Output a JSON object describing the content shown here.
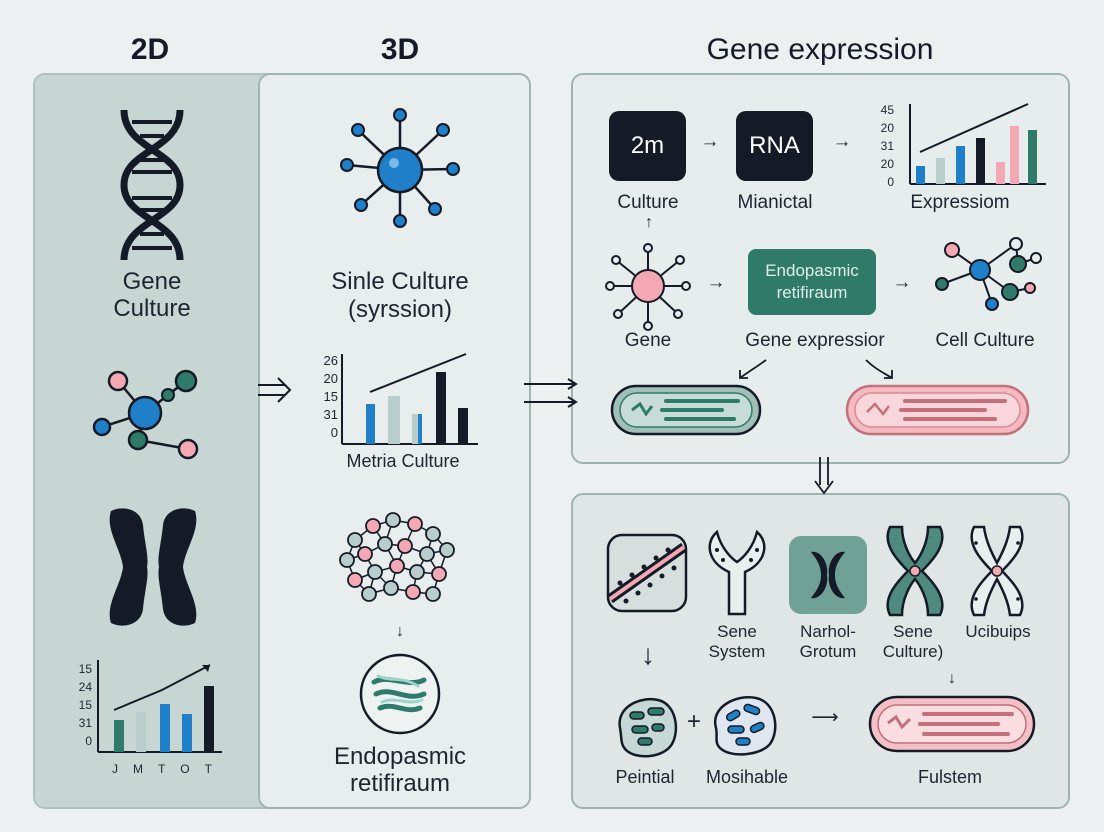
{
  "headers": {
    "col2d": "2D",
    "col3d": "3D",
    "gene_expression": "Gene expression"
  },
  "left": {
    "gene_culture_line1": "Gene",
    "gene_culture_line2": "Culture",
    "chart_ticks": [
      "15",
      "24",
      "15",
      "31",
      "0"
    ],
    "chart_xticks": [
      "J",
      "M",
      "T",
      "O",
      "T"
    ]
  },
  "middle": {
    "single_culture_line1": "Sinle Culture",
    "single_culture_line2": "(syrssion)",
    "chart_ticks": [
      "26",
      "20",
      "15",
      "31",
      "0"
    ],
    "chart_caption": "Metria Culture",
    "endo_line1": "Endopasmic",
    "endo_line2": "retifiraum"
  },
  "top_right": {
    "box_2m": "2m",
    "box_rna": "RNA",
    "label_culture": "Culture",
    "label_mianictal": "Mianictal",
    "chart_ticks": [
      "45",
      "20",
      "31",
      "20",
      "0"
    ],
    "label_expression": "Expressiom",
    "box_endo_line1": "Endopasmic",
    "box_endo_line2": "retifiraum",
    "label_gene": "Gene",
    "label_gene_expression": "Gene expressior",
    "label_cell_culture": "Cell Culture"
  },
  "bottom_right": {
    "sene_system_line1": "Sene",
    "sene_system_line2": "System",
    "narhol_line1": "Narhol-",
    "narhol_line2": "Grotum",
    "sene_culture_line1": "Sene",
    "sene_culture_line2": "Culture)",
    "ucibuips": "Ucibuips",
    "peintial": "Peintial",
    "plus": "+",
    "mosihable": "Mosihable",
    "fulstem": "Fulstem"
  },
  "colors": {
    "navy": "#141b26",
    "blue": "#1f7fc8",
    "teal": "#2f7a68",
    "pink": "#f3a8b4",
    "grey_green": "#b9cdcc",
    "panel_left": "#c6d4d2",
    "panel_mid": "#e9eeef"
  }
}
